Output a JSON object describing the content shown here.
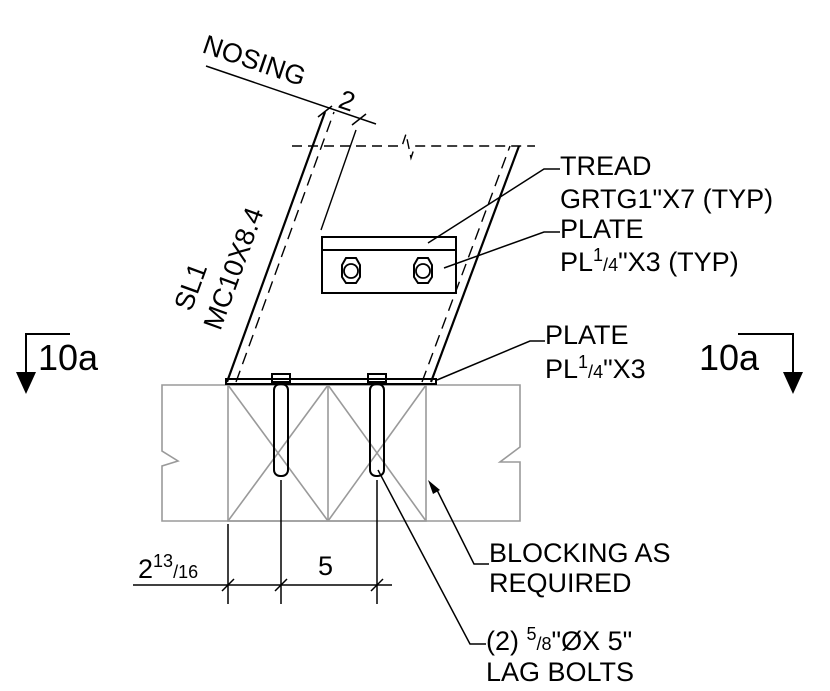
{
  "labels": {
    "nosing": "NOSING",
    "nosing_dim": "2",
    "stringer_mark": "SL1",
    "stringer_size": "MC10X8.4",
    "tread_line1": "TREAD",
    "tread_line2": "GRTG1\"X7 (TYP)",
    "plate1_line1": "PLATE",
    "plate1_line2_prefix": "PL",
    "plate1_frac_num": "1",
    "plate1_frac_den": "4",
    "plate1_line2_suffix": "\"X3 (TYP)",
    "plate2_line1": "PLATE",
    "plate2_line2_prefix": "PL",
    "plate2_frac_num": "1",
    "plate2_frac_den": "4",
    "plate2_line2_suffix": "\"X3",
    "section_left": "10a",
    "section_right": "10a",
    "dim_left_whole": "2",
    "dim_left_num": "13",
    "dim_left_den": "16",
    "dim_mid": "5",
    "blocking_line1": "BLOCKING AS",
    "blocking_line2": "REQUIRED",
    "bolts_prefix": "(2) ",
    "bolts_frac_num": "5",
    "bolts_frac_den": "8",
    "bolts_suffix": "\"ØX 5\"",
    "bolts_line2": "LAG BOLTS"
  }
}
